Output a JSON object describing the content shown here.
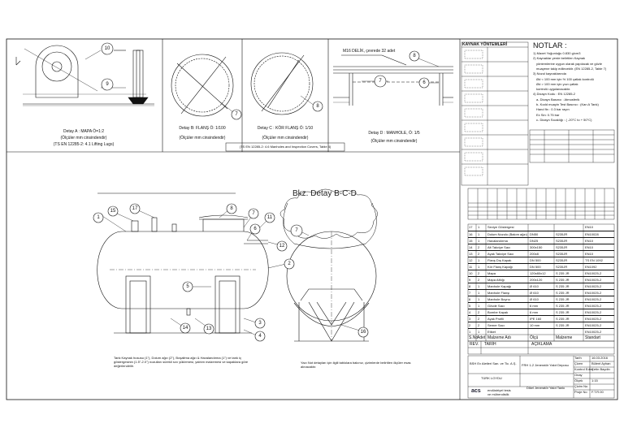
{
  "details": {
    "a": {
      "title": "Detay A : MAPA Ö=1:2",
      "sub": "(Ölçüler mm cinsindendir)",
      "ref": "(TS EN 12285-2: 4.1 Lifting Lugs)"
    },
    "b": {
      "title": "Detay B: FLANŞ Ö: 1/100",
      "sub": "(Ölçüler mm cinsindendir)"
    },
    "c": {
      "title": "Detay C : KÖR FLANŞ Ö: 1/10",
      "sub": "(Ölçüler mm cinsindendir)"
    },
    "d": {
      "title": "Detay D : MANHOLE, Ö: 1/5",
      "sub": "(Ölçüler mm cinsindendir)",
      "hole": "M16 DELİK, çevrede 32 adet"
    },
    "ref_bc": "(TS EN 12285-2: 4.6 Manholes and Inspection Covers, Table 4)"
  },
  "weld_title": "KAYNAK YÖNTEMLERİ",
  "notes": {
    "title": "NOTLAR :",
    "items": [
      "1) Maxet Yoğunluğu 0.830 g/cm3",
      "2) Kaynaklar yerde belirtilen Kaynak",
      "yöntemlerine uygun olarak yapılacak ve gözle",
      "muayene takip edilecektir. (EN 12285-2, Table 7)",
      "3) Nozul kaynaklarında",
      "Ød < 100 mm için % 100 çatlak kontrolü",
      "Ød > 100 mm için yuvı çatlak",
      "kontrolü uygulanacaktır.",
      "4) Dizayn Kodu : EN 12285-2",
      "a- Dizayn Basıncı : Atmosferik",
      "b- Kodd muayin Test Basıncı : (Kan A Tank)",
      "Hand fin : 0.3 bar rayın",
      "Ex Sin: 0.75 bar",
      "c- Dizayn Sıcaklığı : ( -20°C to + 50°C)"
    ]
  },
  "main_title": "Bkz. Detay B-C-D",
  "callouts_main": [
    "15",
    "17",
    "1",
    "8",
    "7",
    "11",
    "6",
    "12",
    "2",
    "5",
    "14",
    "13",
    "4",
    "3",
    "7",
    "16"
  ],
  "callouts_detail": [
    "10",
    "9",
    "7",
    "8",
    "8",
    "7",
    "6"
  ],
  "footnote_left": "Tank Kaynak hususu (1\"), Dolum ağzı (2\"), Boşaltma ağzı & Havalandırma (1\") ve tank iç göstergesinin (1.5\"-2.0\") nozulları sürekli sıvı yüklemesi, yalıtım malzemesi ve kapaklara göre değerlendirilir.",
  "footnote_right": "Yazı Not detayları için ilgili tablolara bakınız, çizimlerde belirtilen ölçüler esas alınacaktır.",
  "parts_header": {
    "no": "S.No",
    "qty": "Adet",
    "name": "Malzeme Adı",
    "size": "Ölçü",
    "material": "Malzeme",
    "std": "Standart"
  },
  "parts": [
    {
      "no": "17",
      "qty": "1",
      "name": "Seviye Göstergesi",
      "size": "",
      "mat": "",
      "std": "EN10"
    },
    {
      "no": "16",
      "qty": "1",
      "name": "Dolum Nozulu (Bakım ağzı)",
      "size": "DN50",
      "mat": "S235JR",
      "std": "EN10028"
    },
    {
      "no": "15",
      "qty": "1",
      "name": "Havalandırma",
      "size": "DN25",
      "mat": "S235JR",
      "std": "EN10"
    },
    {
      "no": "14",
      "qty": "2",
      "name": "Alt Takviye Sacı",
      "size": "300x150",
      "mat": "S235JR",
      "std": "EN10"
    },
    {
      "no": "13",
      "qty": "2",
      "name": "Ayak Takviye Sacı",
      "size": "200x8",
      "mat": "S235JR",
      "std": "EN10"
    },
    {
      "no": "12",
      "qty": "1",
      "name": "Flanş Dış Kapak",
      "size": "DN 500",
      "mat": "S235JR",
      "std": "TS EN 1092"
    },
    {
      "no": "11",
      "qty": "1",
      "name": "Kör Flanş Kapağı",
      "size": "DN 500",
      "mat": "S235JR",
      "std": "EN1092"
    },
    {
      "no": "10",
      "qty": "2",
      "name": "Mapa",
      "size": "120x80x12",
      "mat": "S 235 JR",
      "std": "EN10025-2"
    },
    {
      "no": "9",
      "qty": "2",
      "name": "Mapa Altlığı",
      "size": "200x120",
      "mat": "S 235 JR",
      "std": "EN10025-2"
    },
    {
      "no": "8",
      "qty": "1",
      "name": "Manhole Kapağı",
      "size": "Ø 610",
      "mat": "S 235 JR",
      "std": "EN10025-2"
    },
    {
      "no": "7",
      "qty": "1",
      "name": "Manhole Flanşı",
      "size": "Ø 610",
      "mat": "S 235 JR",
      "std": "EN10025-2"
    },
    {
      "no": "6",
      "qty": "1",
      "name": "Manhole Boynu",
      "size": "Ø 610",
      "mat": "S 235 JR",
      "std": "EN10025-2"
    },
    {
      "no": "5",
      "qty": "1",
      "name": "Gövde Sacı",
      "size": "6 mm",
      "mat": "S 235 JR",
      "std": "EN10025-2"
    },
    {
      "no": "4",
      "qty": "2",
      "name": "Bombe Kapak",
      "size": "6 mm",
      "mat": "S 235 JR",
      "std": "EN10025-2"
    },
    {
      "no": "3",
      "qty": "2",
      "name": "Ayak Profili",
      "size": "IPE 160",
      "mat": "S 235 JR",
      "std": "EN10025-2"
    },
    {
      "no": "2",
      "qty": "2",
      "name": "Semer Sacı",
      "size": "10 mm",
      "mat": "S 235 JR",
      "std": "EN10025-2"
    },
    {
      "no": "1",
      "qty": "1",
      "name": "Etiket",
      "size": "",
      "mat": "",
      "std": "EN10025-2"
    }
  ],
  "rev_header": {
    "rev": "REV.",
    "date": "TARİH",
    "desc": "AÇIKLAMA"
  },
  "title_block": {
    "company": "BSH Ev Aletleri San. ve Tic. A.Ş.",
    "company2": "TÜRK LOYDU",
    "drawing": "FRH 1-2 Jeneratör Yakıt Deposu",
    "sub": "Dikel Jeneratör Yakıt Tankı",
    "logo": "acs",
    "logo_sub": "endüstriyel tesis",
    "logo_sub2": "ve mühendislik",
    "right_labels": [
      "Tarih",
      "Çizen",
      "Kontrol Eden",
      "Onay",
      "Ölçek",
      "Çizim No",
      "Proje No"
    ],
    "right_values": [
      "16.03.2016",
      "Bülent Ayhan",
      "Çetin Baydin",
      "",
      "1:15",
      "",
      "F.T.R.00"
    ]
  },
  "colors": {
    "line": "#111111",
    "bg": "#ffffff"
  }
}
